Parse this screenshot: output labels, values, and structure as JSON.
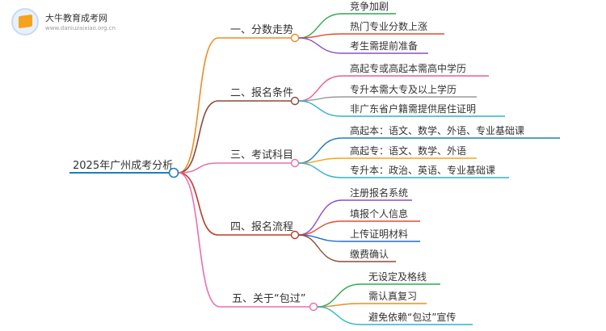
{
  "watermark": {
    "title": "大牛教育成考网",
    "url": "www.daniuzaixiao.org.cn"
  },
  "root": {
    "label": "2025年广州成考分析",
    "color": "#1f7fb6"
  },
  "branches": [
    {
      "label": "一、分数走势",
      "color": "#f08a24",
      "children": [
        {
          "label": "竞争加剧",
          "color": "#2fa84f"
        },
        {
          "label": "热门专业分数上涨",
          "color": "#e84a2f"
        },
        {
          "label": "考生需提前准备",
          "color": "#8e4fc2"
        }
      ]
    },
    {
      "label": "二、报名条件",
      "color": "#8b4a3a",
      "children": [
        {
          "label": "高起专或高起本需高中学历",
          "color": "#e95f93"
        },
        {
          "label": "专升本需大专及以上学历",
          "color": "#9a9a9a"
        },
        {
          "label": "非广东省户籍需提供居住证明",
          "color": "#2fb3c9"
        }
      ]
    },
    {
      "label": "三、考试科目",
      "color": "#ea6fb0",
      "children": [
        {
          "label": "高起本：语文、数学、外语、专业基础课",
          "color": "#1f7fb6"
        },
        {
          "label": "高起专：语文、数学、外语",
          "color": "#f5a31a"
        },
        {
          "label": "专升本：政治、英语、专业基础课",
          "color": "#2fb3c9"
        }
      ]
    },
    {
      "label": "四、报名流程",
      "color": "#c0392b",
      "children": [
        {
          "label": "注册报名系统",
          "color": "#8e4fc2"
        },
        {
          "label": "填报个人信息",
          "color": "#e84a2f"
        },
        {
          "label": "上传证明材料",
          "color": "#1f6fd1"
        },
        {
          "label": "缴费确认",
          "color": "#8b4a3a"
        }
      ]
    },
    {
      "label": "五、关于“包过”",
      "color": "#ea6fb0",
      "children": [
        {
          "label": "无设定及格线",
          "color": "#2fa84f"
        },
        {
          "label": "需认真复习",
          "color": "#f08a24"
        },
        {
          "label": "避免依赖“包过”宣传",
          "color": "#2fb3c9"
        }
      ]
    }
  ]
}
